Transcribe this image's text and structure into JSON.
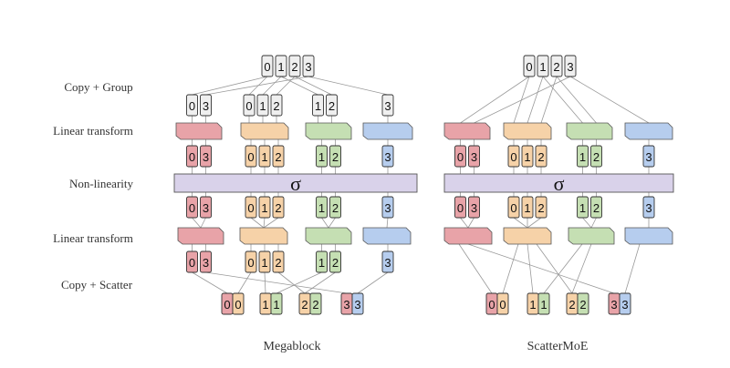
{
  "row_labels": {
    "copy_group": "Copy + Group",
    "linear_1": "Linear transform",
    "nonlinearity": "Non-linearity",
    "linear_2": "Linear transform",
    "copy_scatter": "Copy + Scatter"
  },
  "sigma_symbol": "σ",
  "colors": {
    "expert0": "#e8a3a8",
    "expert1": "#f6d2a8",
    "expert2": "#c5dfb3",
    "expert3": "#b6cdee",
    "sigma_bar": "#d9d2ea",
    "neutral": "#efefef",
    "line": "#999999",
    "stroke": "#333333"
  },
  "diagrams": [
    {
      "caption": "Megablock",
      "input_tokens": [
        "0",
        "1",
        "2",
        "3"
      ],
      "groups": [
        [
          "0",
          "3"
        ],
        [
          "0",
          "1",
          "2"
        ],
        [
          "1",
          "2"
        ],
        [
          "3"
        ]
      ],
      "outputs": [
        [
          "0",
          "0"
        ],
        [
          "1",
          "1"
        ],
        [
          "2",
          "2"
        ],
        [
          "3",
          "3"
        ]
      ]
    },
    {
      "caption": "ScatterMoE",
      "input_tokens": [
        "0",
        "1",
        "2",
        "3"
      ],
      "groups": [
        [
          "0",
          "3"
        ],
        [
          "0",
          "1",
          "2"
        ],
        [
          "1",
          "2"
        ],
        [
          "3"
        ]
      ],
      "outputs": [
        [
          "0",
          "0"
        ],
        [
          "1",
          "1"
        ],
        [
          "2",
          "2"
        ],
        [
          "3",
          "3"
        ]
      ]
    }
  ]
}
